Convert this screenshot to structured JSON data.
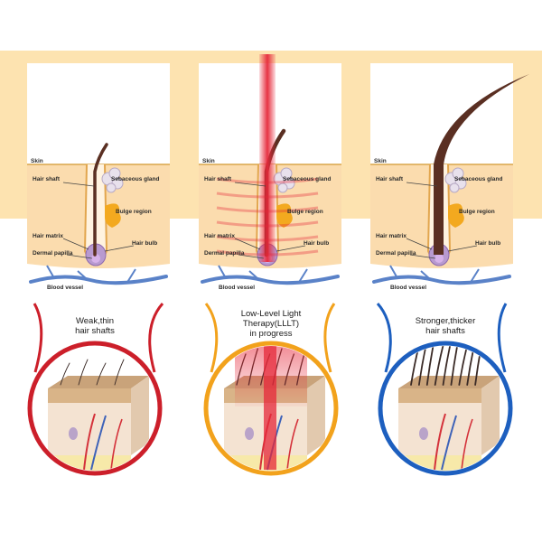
{
  "colors": {
    "cream_band": "#fde3b0",
    "skin_layer": "#fbdcae",
    "hair": "#5a2f22",
    "bulge": "#f3a91f",
    "gland": "#e8e1ec",
    "blood_vessel": "#5a82c8",
    "laser": "#e6283a",
    "circle_red": "#cc1f2a",
    "circle_orange": "#f2a21c",
    "circle_blue": "#1d5fbf"
  },
  "labels": {
    "skin": "Skin",
    "hair_shaft": "Hair shaft",
    "sebaceous_gland": "Sebaceous gland",
    "bulge_region": "Bulge region",
    "hair_matrix": "Hair matrix",
    "hair_bulb": "Hair bulb",
    "dermal_papilla": "Dermal papilla",
    "blood_vessel": "Blood vessel"
  },
  "stages": [
    {
      "id": "weak",
      "caption_lines": [
        "Weak,thin",
        "hair shafts"
      ],
      "ring_color": "circle_red",
      "laser": false
    },
    {
      "id": "lllt",
      "caption_lines": [
        "Low-Level Light",
        "Therapy(LLLT)",
        "in progress"
      ],
      "ring_color": "circle_orange",
      "laser": true
    },
    {
      "id": "strong",
      "caption_lines": [
        "Stronger,thicker",
        "hair shafts"
      ],
      "ring_color": "circle_blue",
      "laser": false
    }
  ]
}
